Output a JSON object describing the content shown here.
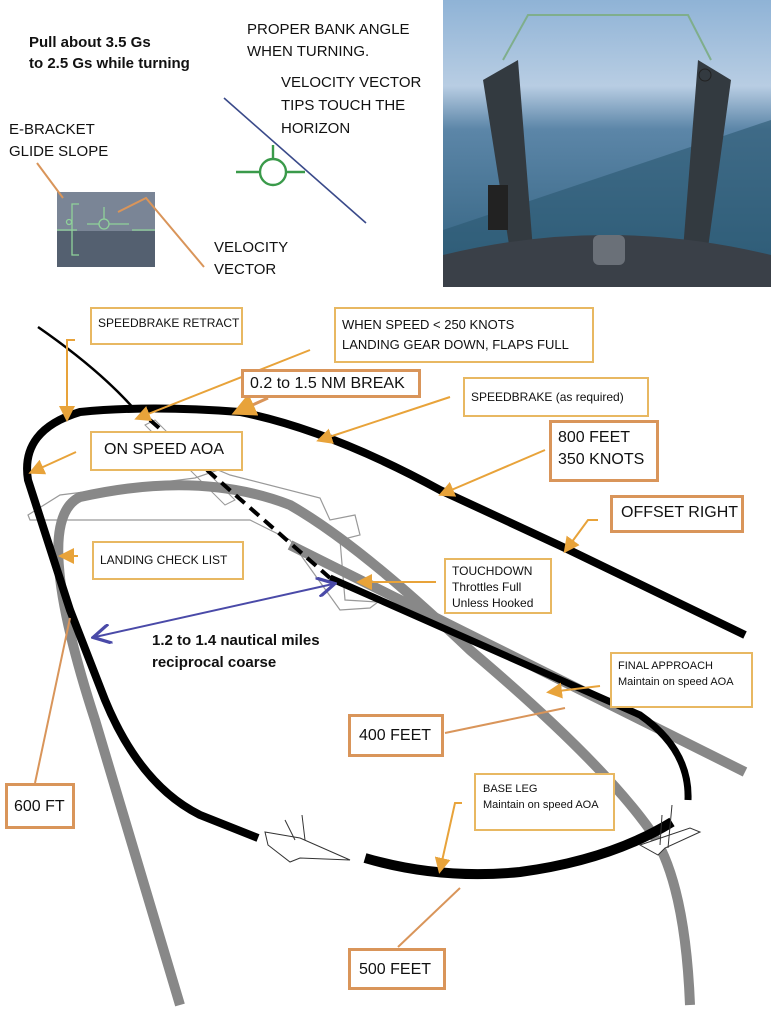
{
  "top_left": {
    "g_note_line1": "Pull about 3.5 Gs",
    "g_note_line2": "to 2.5 Gs while turning",
    "ebracket_line1": "E-BRACKET",
    "ebracket_line2": "GLIDE SLOPE",
    "vv_line1": "VELOCITY",
    "vv_line2": "VECTOR"
  },
  "bank": {
    "line1": "PROPER BANK ANGLE",
    "line2": "WHEN TURNING.",
    "tip_line1": "VELOCITY VECTOR",
    "tip_line2": "TIPS TOUCH THE",
    "tip_line3": "HORIZON"
  },
  "labels": {
    "speedbrake_retract": "SPEEDBRAKE RETRACT",
    "gear_line1": "WHEN SPEED < 250 KNOTS",
    "gear_line2": "LANDING GEAR DOWN, FLAPS FULL",
    "break": "0.2 to 1.5 NM BREAK",
    "speedbrake_req": "SPEEDBRAKE (as required)",
    "on_speed": "ON SPEED AOA",
    "alt800": "800 FEET",
    "kts350": "350 KNOTS",
    "offset": "OFFSET RIGHT",
    "checklist": "LANDING CHECK LIST",
    "td_line1": "TOUCHDOWN",
    "td_line2": "Throttles  Full",
    "td_line3": "Unless Hooked",
    "distance_line1": "1.2 to 1.4 nautical miles",
    "distance_line2": "reciprocal coarse",
    "final_line1": "FINAL APPROACH",
    "final_line2": "Maintain on speed AOA",
    "alt400": "400 FEET",
    "alt600": "600 FT",
    "base_line1": "BASE LEG",
    "base_line2": "Maintain on speed AOA",
    "alt500": "500 FEET"
  },
  "colors": {
    "pattern": "#000000",
    "alt_pattern": "#888888",
    "leader": "#e8a33a",
    "distance_arrow": "#4a4aa8",
    "hud_green": "#3a9a4a",
    "horizon": "#3a4a8a"
  }
}
